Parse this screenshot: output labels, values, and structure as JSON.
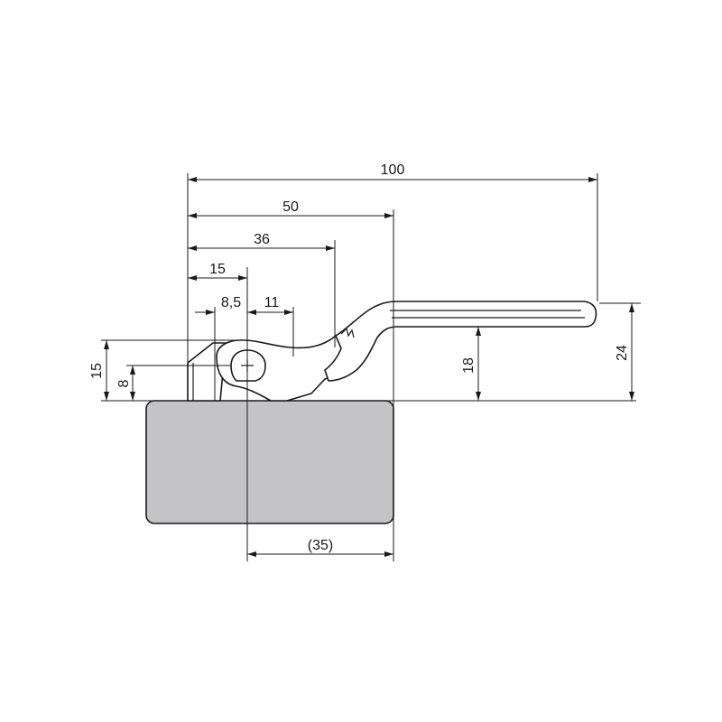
{
  "drawing": {
    "subject": "hinge-with-lever",
    "colors": {
      "line": "#1a1a1a",
      "block": "#c4c4c6",
      "background": "#ffffff"
    },
    "dimensions": {
      "overall_length": "100",
      "to_block_edge": "50",
      "to_lever_knee": "36",
      "to_pivot": "15",
      "pivot_offset": "8,5",
      "pivot_span": "11",
      "left_height_15": "15",
      "left_height_8": "8",
      "height_18": "18",
      "height_24": "24",
      "base_span": "(35)"
    }
  }
}
